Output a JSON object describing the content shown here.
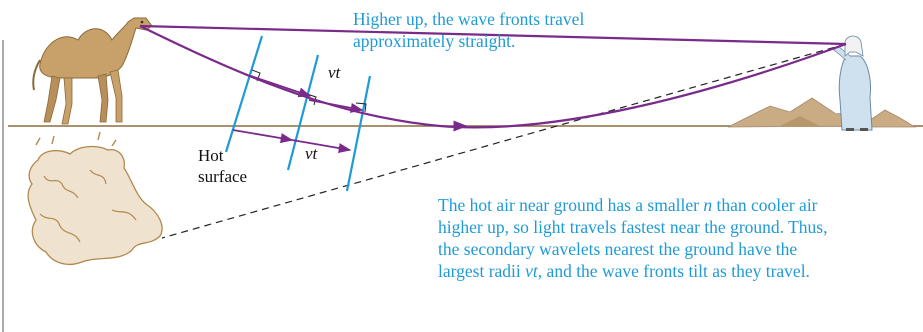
{
  "captions": {
    "top": [
      "Higher up, the wave fronts travel",
      "approximately straight."
    ],
    "bottom": [
      "The hot air near ground has a smaller ",
      "n",
      " than cooler air",
      "higher up, so light travels fastest near the ground. Thus,",
      "the secondary wavelets nearest the ground have the",
      "largest radii ",
      "vt",
      ", and the wave fronts tilt as they travel."
    ]
  },
  "labels": {
    "surface": [
      "Hot",
      "surface"
    ],
    "vt_upper": "vt",
    "vt_lower": "vt"
  },
  "colors": {
    "ray": "#7a2a8a",
    "wavefront": "#1e9ad6",
    "caption": "#1e9ad6",
    "ground": "#8b6d3d",
    "sand": "#c9ab84",
    "camel": "#c8a06a",
    "robe": "#cfe0ef"
  },
  "icons": [
    "camel-icon",
    "person-icon",
    "dunes-icon",
    "mirage-image-icon"
  ]
}
